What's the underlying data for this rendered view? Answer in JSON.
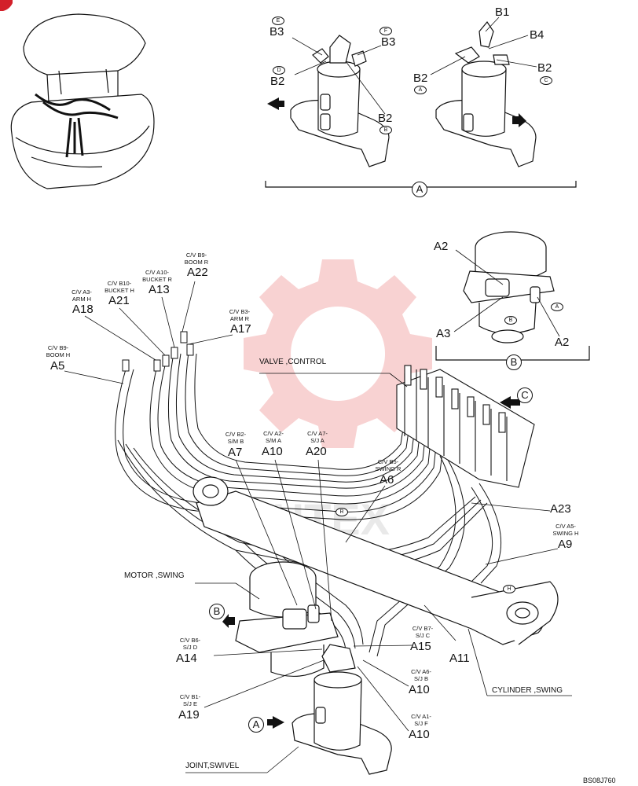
{
  "page": {
    "reference": "BS08J760",
    "watermark": "MHTEX"
  },
  "views": {
    "A": {
      "label": "A"
    },
    "B": {
      "label": "B"
    },
    "C": {
      "label": "C"
    }
  },
  "captions": {
    "valve_control": "VALVE ,CONTROL",
    "motor_swing": "MOTOR ,SWING",
    "cylinder_swing": "CYLINDER ,SWING",
    "joint_swivel": "JOINT,SWIVEL"
  },
  "detail_a": {
    "b3_e": {
      "code": "B3",
      "mark": "E"
    },
    "b3_f": {
      "code": "B3",
      "mark": "F"
    },
    "b2_d": {
      "code": "B2",
      "mark": "D"
    },
    "b2_b": {
      "code": "B2",
      "mark": "B"
    },
    "b1": {
      "code": "B1"
    },
    "b4": {
      "code": "B4"
    },
    "b2_a": {
      "code": "B2",
      "mark": "A"
    },
    "b2_c": {
      "code": "B2",
      "mark": "C"
    }
  },
  "detail_b": {
    "a2_top": {
      "code": "A2"
    },
    "a3": {
      "code": "A3"
    },
    "a2_bottom": {
      "code": "A2"
    },
    "mark_a": "A",
    "mark_b": "B"
  },
  "hoses": {
    "a22": {
      "desc1": "C/V B9-",
      "desc2": "BOOM R",
      "code": "A22"
    },
    "a13": {
      "desc1": "C/V A10-",
      "desc2": "BUCKET R",
      "code": "A13"
    },
    "a21": {
      "desc1": "C/V B10-",
      "desc2": "BUCKET H",
      "code": "A21"
    },
    "a18": {
      "desc1": "C/V A3-",
      "desc2": "ARM H",
      "code": "A18"
    },
    "a17": {
      "desc1": "C/V B3-",
      "desc2": "ARM R",
      "code": "A17"
    },
    "a5": {
      "desc1": "C/V B9-",
      "desc2": "BOOM H",
      "code": "A5"
    },
    "a7": {
      "desc1": "C/V B2-",
      "desc2": "S/M B",
      "code": "A7"
    },
    "a10_top": {
      "desc1": "C/V A2-",
      "desc2": "S/M A",
      "code": "A10"
    },
    "a20": {
      "desc1": "C/V A7-",
      "desc2": "S/J A",
      "code": "A20"
    },
    "a6": {
      "desc1": "C/V B5-",
      "desc2": "SWING R",
      "code": "A6"
    },
    "a23": {
      "code": "A23"
    },
    "a9": {
      "desc1": "C/V A5-",
      "desc2": "SWING H",
      "code": "A9"
    },
    "a14": {
      "desc1": "C/V B6-",
      "desc2": "S/J D",
      "code": "A14"
    },
    "a15": {
      "desc1": "C/V B7-",
      "desc2": "S/J C",
      "code": "A15"
    },
    "a11": {
      "code": "A11"
    },
    "a10_mid": {
      "desc1": "C/V A6-",
      "desc2": "S/J B",
      "code": "A10"
    },
    "a19": {
      "desc1": "C/V B1-",
      "desc2": "S/J E",
      "code": "A19"
    },
    "a10_bottom": {
      "desc1": "C/V A1-",
      "desc2": "S/J F",
      "code": "A10"
    }
  },
  "small_marks": {
    "r_mark": "R",
    "h_mark": "H"
  },
  "colors": {
    "line": "#111111",
    "watermark": "#f3b7b7",
    "page_marker": "#d3202a"
  }
}
